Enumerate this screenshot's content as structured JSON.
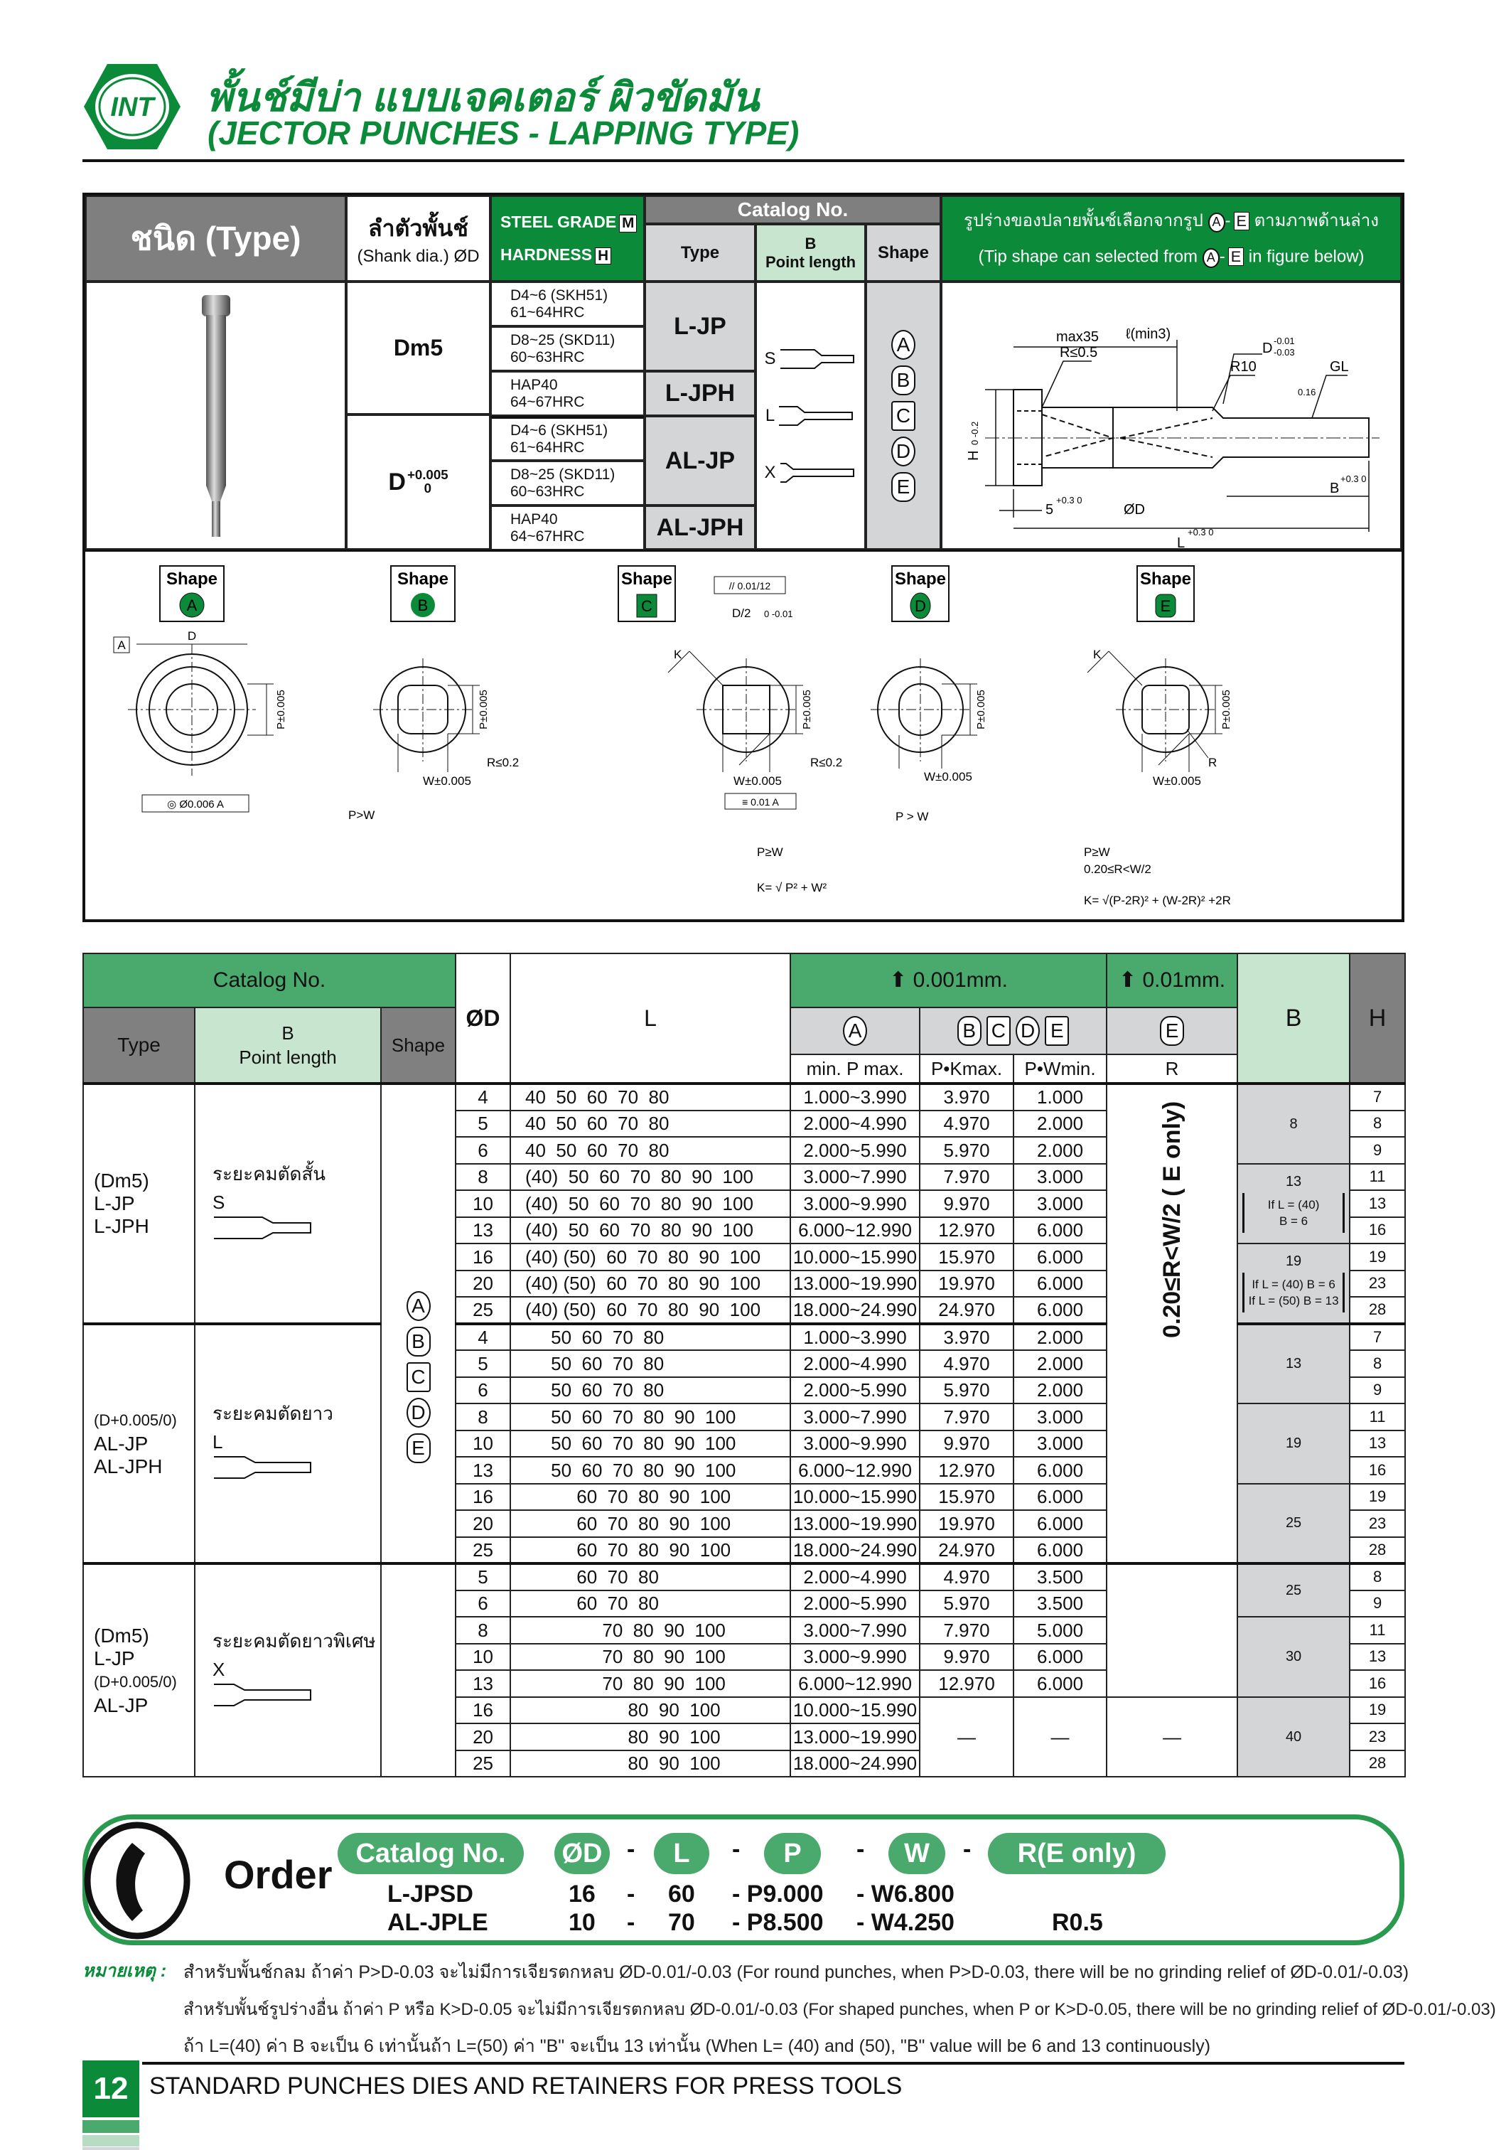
{
  "header": {
    "logo_text": "INT",
    "title_th": "พั้นช์มีบ่า แบบเจคเตอร์ ผิวขัดมัน",
    "title_en": "(JECTOR PUNCHES - LAPPING TYPE)"
  },
  "colors": {
    "green": "#0b8b3a",
    "mid_green": "#4aa96c",
    "light_green": "#c8e6cf",
    "gray": "#7f7f7f",
    "light_gray": "#d3d5d7"
  },
  "spec": {
    "type_header": "ชนิด (Type)",
    "shank_th": "ลำตัวพั้นช์",
    "shank_en": "(Shank dia.) ØD",
    "steel_grade": "STEEL GRADE",
    "steel_badge": "M",
    "hardness": "HARDNESS",
    "hardness_badge": "H",
    "catalog_no": "Catalog No.",
    "col_type": "Type",
    "col_b": "B",
    "col_point_length": "Point length",
    "col_shape": "Shape",
    "tip_th": "รูปร่างของปลายพั้นช์เลือกจากรูป",
    "tip_th_end": "ตามภาพด้านล่าง",
    "tip_en": "(Tip shape can selected from",
    "tip_en_end": "in figure below)",
    "tip_from": "A",
    "tip_to": "E",
    "shank_dm5": "Dm5",
    "shank_d": "D",
    "shank_d_sup": "+0.005",
    "shank_d_sub": "0",
    "materials": [
      [
        "D4~6 (SKH51)",
        "61~64HRC"
      ],
      [
        "D8~25 (SKD11)",
        "60~63HRC"
      ],
      [
        "HAP40",
        "64~67HRC"
      ],
      [
        "D4~6 (SKH51)",
        "61~64HRC"
      ],
      [
        "D8~25 (SKD11)",
        "60~63HRC"
      ],
      [
        "HAP40",
        "64~67HRC"
      ]
    ],
    "types": [
      "L-JP",
      "L-JPH",
      "AL-JP",
      "AL-JPH"
    ],
    "point_codes": [
      "S",
      "L",
      "X"
    ],
    "shapes": [
      "A",
      "B",
      "C",
      "D",
      "E"
    ],
    "figure": {
      "max35": "max35",
      "lmin": "ℓ(min3)",
      "d_tol": "D",
      "d_sup": "-0.01",
      "d_sub": "-0.03",
      "r05": "R≤0.5",
      "r10": "R10",
      "gl": "GL",
      "g016": "0.16",
      "h": "H",
      "h_tol": "0 -0.2",
      "five": "5",
      "five_tol": "+0.3 0",
      "od": "ØD",
      "b": "B",
      "b_tol": "+0.3 0",
      "l": "L",
      "l_tol": "+0.3 0"
    }
  },
  "shape_details": {
    "label": "Shape",
    "a": {
      "datum": "A",
      "d": "D",
      "p": "P±0.005",
      "conc": "◎ Ø0.006 A"
    },
    "b": {
      "p": "P±0.005",
      "r": "R≤0.2",
      "w": "W±0.005",
      "cond": "P>W"
    },
    "c": {
      "par": "// 0.01/12",
      "d2": "D/2",
      "d2tol": "0 -0.01",
      "k": "K",
      "p": "P±0.005",
      "r": "R≤0.2",
      "w": "W±0.005",
      "sym": "≡ 0.01 A",
      "cond": "P≥W",
      "formula": "K= √ P² + W²"
    },
    "d": {
      "p": "P±0.005",
      "w": "W±0.005",
      "cond": "P > W"
    },
    "e": {
      "k": "K",
      "p": "P±0.005",
      "r": "R",
      "w": "W±0.005",
      "cond1": "P≥W",
      "cond2": "0.20≤R<W/2",
      "formula": "K= √(P-2R)² + (W-2R)² +2R"
    }
  },
  "table": {
    "catalog_no": "Catalog No.",
    "type": "Type",
    "b": "B",
    "point_length": "Point length",
    "shape": "Shape",
    "od": "ØD",
    "l": "L",
    "unit_001": "0.001mm.",
    "unit_01": "0.01mm.",
    "shape_a": "A",
    "shapes_bcde": [
      "B",
      "C",
      "D",
      "E"
    ],
    "shape_e": "E",
    "min_p_max": "min. P max.",
    "pk_max": "P•Kmax.",
    "pw_min": "P•Wmin.",
    "r": "R",
    "b_col": "B",
    "h_col": "H",
    "r_note": "0.20≤R<W/2 ( E only)",
    "dash": "—",
    "groups": [
      {
        "type_lines": [
          "(Dm5)",
          "L-JP",
          "L-JPH"
        ],
        "b_th": "ระยะคมตัดสั้น",
        "b_code": "S",
        "rows": [
          {
            "d": "4",
            "l": "40  50  60  70  80",
            "a": "1.000~3.990",
            "pk": "3.970",
            "pw": "1.000",
            "h": "7"
          },
          {
            "d": "5",
            "l": "40  50  60  70  80",
            "a": "2.000~4.990",
            "pk": "4.970",
            "pw": "2.000",
            "h": "8"
          },
          {
            "d": "6",
            "l": "40  50  60  70  80",
            "a": "2.000~5.990",
            "pk": "5.970",
            "pw": "2.000",
            "h": "9"
          },
          {
            "d": "8",
            "l": "(40)  50  60  70  80  90  100",
            "a": "3.000~7.990",
            "pk": "7.970",
            "pw": "3.000",
            "h": "11"
          },
          {
            "d": "10",
            "l": "(40)  50  60  70  80  90  100",
            "a": "3.000~9.990",
            "pk": "9.970",
            "pw": "3.000",
            "h": "13"
          },
          {
            "d": "13",
            "l": "(40)  50  60  70  80  90  100",
            "a": "6.000~12.990",
            "pk": "12.970",
            "pw": "6.000",
            "h": "16"
          },
          {
            "d": "16",
            "l": "(40) (50)  60  70  80  90  100",
            "a": "10.000~15.990",
            "pk": "15.970",
            "pw": "6.000",
            "h": "19"
          },
          {
            "d": "20",
            "l": "(40) (50)  60  70  80  90  100",
            "a": "13.000~19.990",
            "pk": "19.970",
            "pw": "6.000",
            "h": "23"
          },
          {
            "d": "25",
            "l": "(40) (50)  60  70  80  90  100",
            "a": "18.000~24.990",
            "pk": "24.970",
            "pw": "6.000",
            "h": "28"
          }
        ],
        "b_segments": [
          {
            "value": "8",
            "notes": [],
            "span": 3
          },
          {
            "value": "13",
            "notes": [
              "If L = (40)",
              "B = 6"
            ],
            "span": 3
          },
          {
            "value": "19",
            "notes": [
              "If L = (40) B = 6",
              "If L = (50) B = 13"
            ],
            "span": 3
          }
        ]
      },
      {
        "type_lines": [
          "(D+0.005/0)",
          "AL-JP",
          "AL-JPH"
        ],
        "b_th": "ระยะคมตัดยาว",
        "b_code": "L",
        "rows": [
          {
            "d": "4",
            "l": "     50  60  70  80",
            "a": "1.000~3.990",
            "pk": "3.970",
            "pw": "2.000",
            "h": "7"
          },
          {
            "d": "5",
            "l": "     50  60  70  80",
            "a": "2.000~4.990",
            "pk": "4.970",
            "pw": "2.000",
            "h": "8"
          },
          {
            "d": "6",
            "l": "     50  60  70  80",
            "a": "2.000~5.990",
            "pk": "5.970",
            "pw": "2.000",
            "h": "9"
          },
          {
            "d": "8",
            "l": "     50  60  70  80  90  100",
            "a": "3.000~7.990",
            "pk": "7.970",
            "pw": "3.000",
            "h": "11"
          },
          {
            "d": "10",
            "l": "     50  60  70  80  90  100",
            "a": "3.000~9.990",
            "pk": "9.970",
            "pw": "3.000",
            "h": "13"
          },
          {
            "d": "13",
            "l": "     50  60  70  80  90  100",
            "a": "6.000~12.990",
            "pk": "12.970",
            "pw": "6.000",
            "h": "16"
          },
          {
            "d": "16",
            "l": "          60  70  80  90  100",
            "a": "10.000~15.990",
            "pk": "15.970",
            "pw": "6.000",
            "h": "19"
          },
          {
            "d": "20",
            "l": "          60  70  80  90  100",
            "a": "13.000~19.990",
            "pk": "19.970",
            "pw": "6.000",
            "h": "23"
          },
          {
            "d": "25",
            "l": "          60  70  80  90  100",
            "a": "18.000~24.990",
            "pk": "24.970",
            "pw": "6.000",
            "h": "28"
          }
        ],
        "b_segments": [
          {
            "value": "13",
            "notes": [],
            "span": 3
          },
          {
            "value": "19",
            "notes": [],
            "span": 3
          },
          {
            "value": "25",
            "notes": [],
            "span": 3
          }
        ]
      },
      {
        "type_lines": [
          "(Dm5)",
          "L-JP",
          "(D+0.005/0)",
          "AL-JP"
        ],
        "b_th": "ระยะคมตัดยาวพิเศษ",
        "b_code": "X",
        "rows": [
          {
            "d": "5",
            "l": "          60  70  80",
            "a": "2.000~4.990",
            "pk": "4.970",
            "pw": "3.500",
            "h": "8"
          },
          {
            "d": "6",
            "l": "          60  70  80",
            "a": "2.000~5.990",
            "pk": "5.970",
            "pw": "3.500",
            "h": "9"
          },
          {
            "d": "8",
            "l": "               70  80  90  100",
            "a": "3.000~7.990",
            "pk": "7.970",
            "pw": "5.000",
            "h": "11"
          },
          {
            "d": "10",
            "l": "               70  80  90  100",
            "a": "3.000~9.990",
            "pk": "9.970",
            "pw": "6.000",
            "h": "13"
          },
          {
            "d": "13",
            "l": "               70  80  90  100",
            "a": "6.000~12.990",
            "pk": "12.970",
            "pw": "6.000",
            "h": "16"
          },
          {
            "d": "16",
            "l": "                    80  90  100",
            "a": "10.000~15.990",
            "pk": null,
            "pw": null,
            "h": "19"
          },
          {
            "d": "20",
            "l": "                    80  90  100",
            "a": "13.000~19.990",
            "pk": null,
            "pw": null,
            "h": "23"
          },
          {
            "d": "25",
            "l": "                    80  90  100",
            "a": "18.000~24.990",
            "pk": null,
            "pw": null,
            "h": "28"
          }
        ],
        "b_segments": [
          {
            "value": "25",
            "notes": [],
            "span": 2
          },
          {
            "value": "30",
            "notes": [],
            "span": 3
          },
          {
            "value": "40",
            "notes": [],
            "span": 3
          }
        ]
      }
    ]
  },
  "order": {
    "title": "Order",
    "pills": [
      "Catalog No.",
      "ØD",
      "L",
      "P",
      "W",
      "R(E only)"
    ],
    "sep": "-",
    "examples": [
      {
        "catalog": "L-JPSD",
        "d": "16",
        "l": "60",
        "p": "- P9.000",
        "w": "- W6.800",
        "r": ""
      },
      {
        "catalog": "AL-JPLE",
        "d": "10",
        "l": "70",
        "p": "- P8.500",
        "w": "- W4.250",
        "r": "R0.5"
      }
    ]
  },
  "notes": {
    "label": "หมายเหตุ :",
    "lines": [
      "สำหรับพั้นช์กลม ถ้าค่า P>D-0.03 จะไม่มีการเจียรตกหลบ ØD-0.01/-0.03 (For round punches, when P>D-0.03, there will be no grinding relief of ØD-0.01/-0.03)",
      "สำหรับพั้นช์รูปร่างอื่น ถ้าค่า P หรือ K>D-0.05 จะไม่มีการเจียรตกหลบ ØD-0.01/-0.03 (For shaped punches, when P or K>D-0.05, there will be no grinding relief of ØD-0.01/-0.03)",
      "ถ้า L=(40) ค่า B จะเป็น 6 เท่านั้นถ้า L=(50) ค่า \"B\" จะเป็น 13 เท่านั้น (When L= (40) and (50), \"B\" value will be 6 and 13 continuously)"
    ]
  },
  "footer": {
    "page": "12",
    "text": "STANDARD PUNCHES DIES AND RETAINERS FOR PRESS TOOLS"
  }
}
